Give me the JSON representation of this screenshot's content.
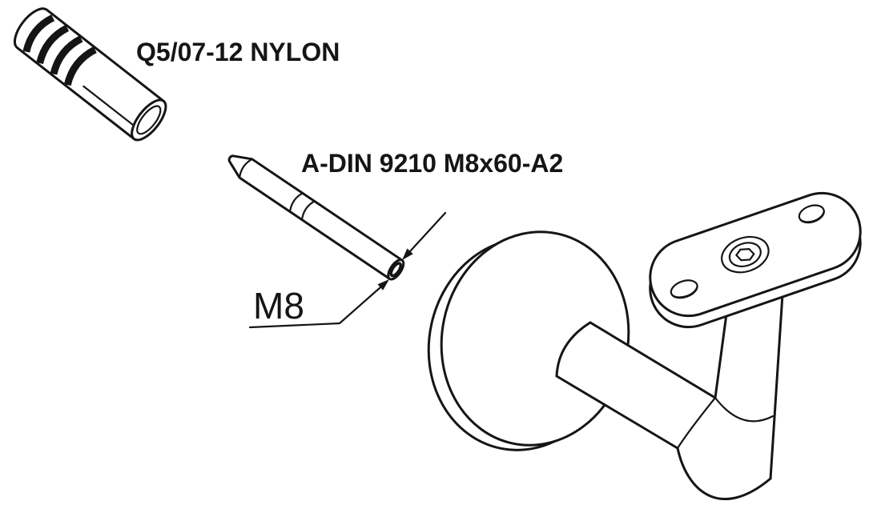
{
  "page": {
    "background": "#ffffff",
    "line_color": "#151515"
  },
  "diagram": {
    "type": "technical-line-drawing",
    "subject": "handrail bracket wall fixing set",
    "parts": {
      "wall_plug": {
        "label": "Q5/07-12 NYLON"
      },
      "stud": {
        "label": "A-DIN 9210 M8x60-A2"
      },
      "bracket": {
        "label": ""
      }
    },
    "dimensions": {
      "thread": {
        "label": "M8"
      }
    }
  }
}
